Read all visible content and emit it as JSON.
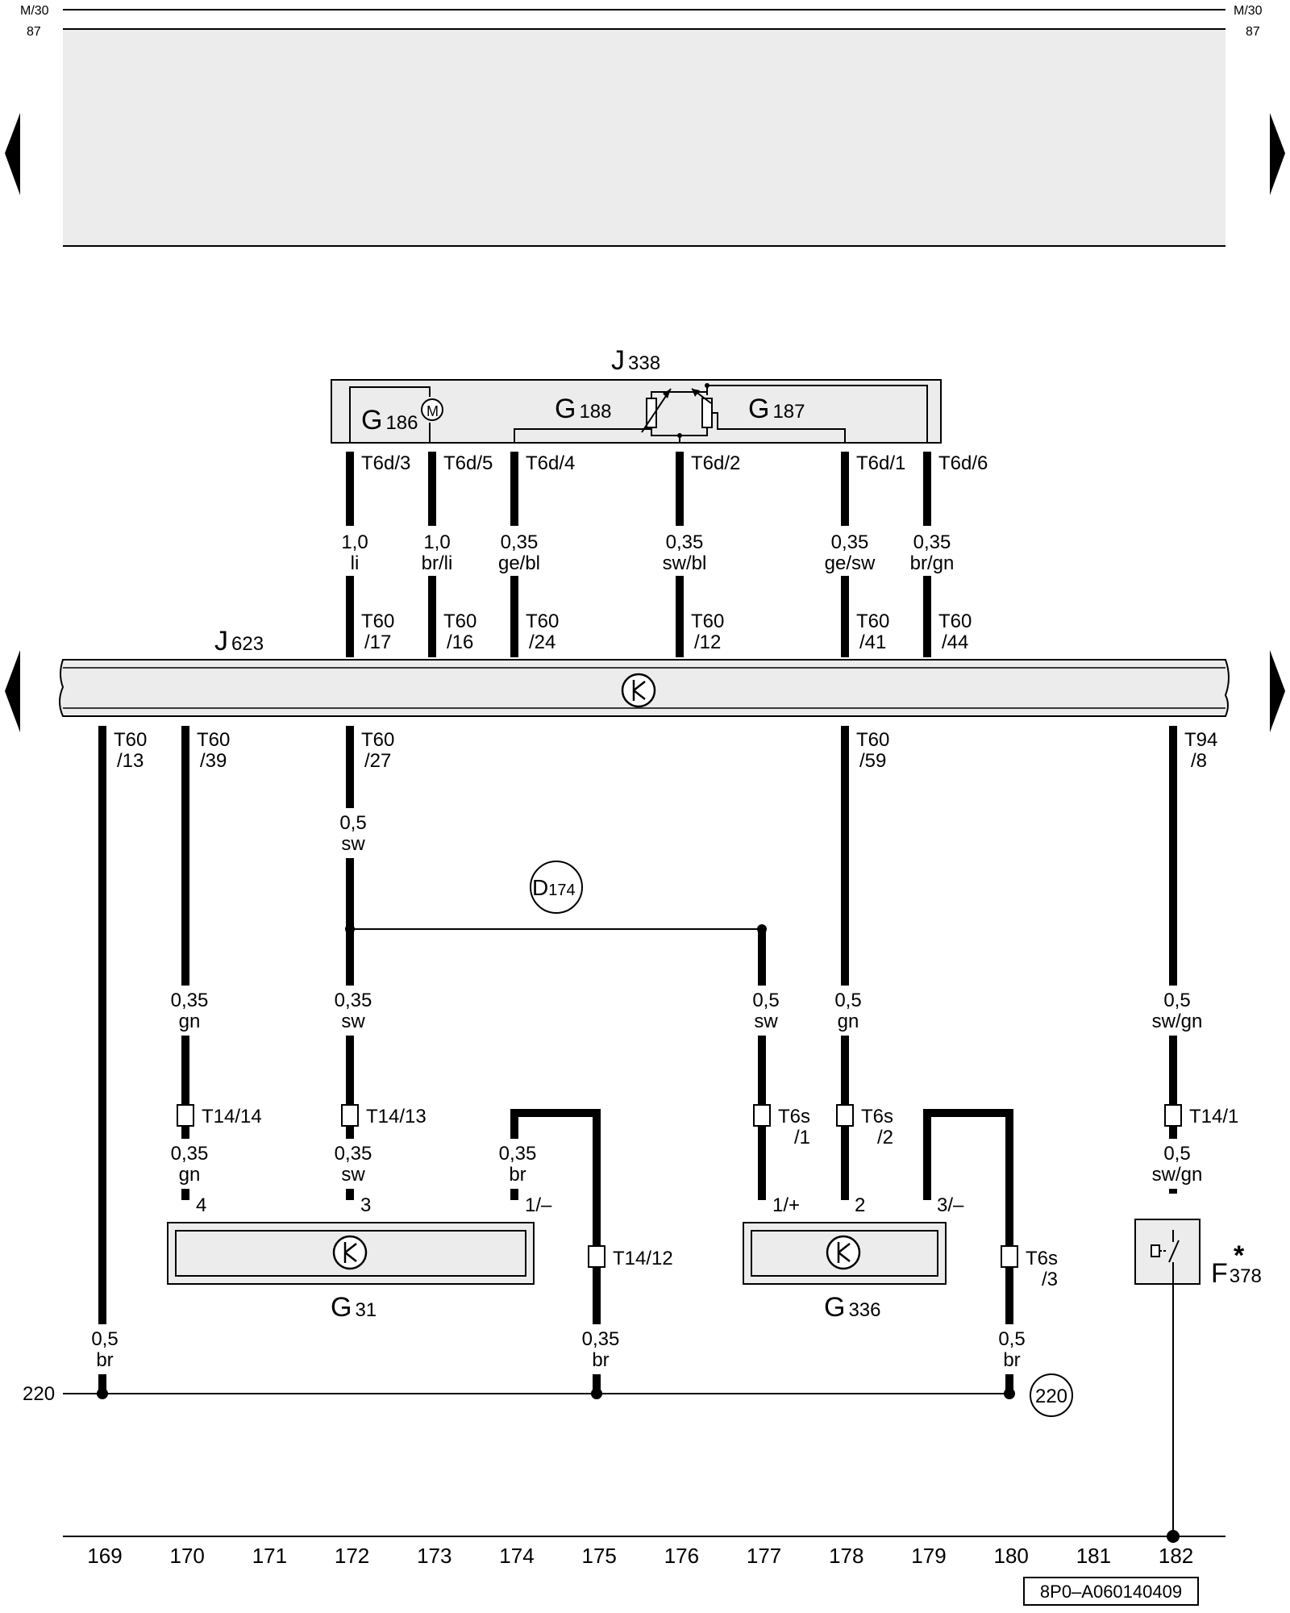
{
  "rails": {
    "top_left_1": "M/30",
    "top_left_2": "87",
    "top_right_1": "M/30",
    "top_right_2": "87",
    "ground_left": "220"
  },
  "components": {
    "j338": {
      "name": "J",
      "sub": "338"
    },
    "g186": {
      "name": "G",
      "sub": "186",
      "motor": "M"
    },
    "g188": {
      "name": "G",
      "sub": "188"
    },
    "g187": {
      "name": "G",
      "sub": "187"
    },
    "j623": {
      "name": "J",
      "sub": "623"
    },
    "d174": {
      "name": "D",
      "sub": "174"
    },
    "g31": {
      "name": "G",
      "sub": "31"
    },
    "g336": {
      "name": "G",
      "sub": "336"
    },
    "f378": {
      "name": "F",
      "sub": "378",
      "mark": "*"
    },
    "ground_ref": "220"
  },
  "pins": {
    "t6d_3": "T6d/3",
    "t6d_5": "T6d/5",
    "t6d_4": "T6d/4",
    "t6d_2": "T6d/2",
    "t6d_1": "T6d/1",
    "t6d_6": "T6d/6",
    "t60_17_a": "T60",
    "t60_17_b": "/17",
    "t60_16_a": "T60",
    "t60_16_b": "/16",
    "t60_24_a": "T60",
    "t60_24_b": "/24",
    "t60_12_a": "T60",
    "t60_12_b": "/12",
    "t60_41_a": "T60",
    "t60_41_b": "/41",
    "t60_44_a": "T60",
    "t60_44_b": "/44",
    "t60_13_a": "T60",
    "t60_13_b": "/13",
    "t60_39_a": "T60",
    "t60_39_b": "/39",
    "t60_27_a": "T60",
    "t60_27_b": "/27",
    "t60_59_a": "T60",
    "t60_59_b": "/59",
    "t94_8_a": "T94",
    "t94_8_b": "/8",
    "t14_14": "T14/14",
    "t14_13": "T14/13",
    "t14_12": "T14/12",
    "t14_1": "T14/1",
    "t6s_1_a": "T6s",
    "t6s_1_b": "/1",
    "t6s_2_a": "T6s",
    "t6s_2_b": "/2",
    "t6s_3_a": "T6s",
    "t6s_3_b": "/3",
    "g31_pin4": "4",
    "g31_pin3": "3",
    "g31_pin1": "1/–",
    "g336_pin1": "1/+",
    "g336_pin2": "2",
    "g336_pin3": "3/–"
  },
  "wires": {
    "w173_s": "1,0",
    "w173_c": "li",
    "w174_s": "1,0",
    "w174_c": "br/li",
    "w175_s": "0,35",
    "w175_c": "ge/bl",
    "w177_s": "0,35",
    "w177_c": "sw/bl",
    "w179_s": "0,35",
    "w179_c": "ge/sw",
    "w180_s": "0,35",
    "w180_c": "br/gn",
    "w172m_s": "0,5",
    "w172m_c": "sw",
    "w170_s": "0,35",
    "w170_c": "gn",
    "w172_s": "0,35",
    "w172_c": "sw",
    "w177b_s": "0,5",
    "w177b_c": "sw",
    "w178_s": "0,5",
    "w178_c": "gn",
    "w182_s": "0,5",
    "w182_c": "sw/gn",
    "w170b_s": "0,35",
    "w170b_c": "gn",
    "w172b_s": "0,35",
    "w172b_c": "sw",
    "w174b_s": "0,35",
    "w174b_c": "br",
    "w182b_s": "0,5",
    "w182b_c": "sw/gn",
    "w169_s": "0,5",
    "w169_c": "br",
    "w175g_s": "0,35",
    "w175g_c": "br",
    "w180g_s": "0,5",
    "w180g_c": "br"
  },
  "columns": [
    "169",
    "170",
    "171",
    "172",
    "173",
    "174",
    "175",
    "176",
    "177",
    "178",
    "179",
    "180",
    "181",
    "182"
  ],
  "doc_code": "8P0–A060140409"
}
